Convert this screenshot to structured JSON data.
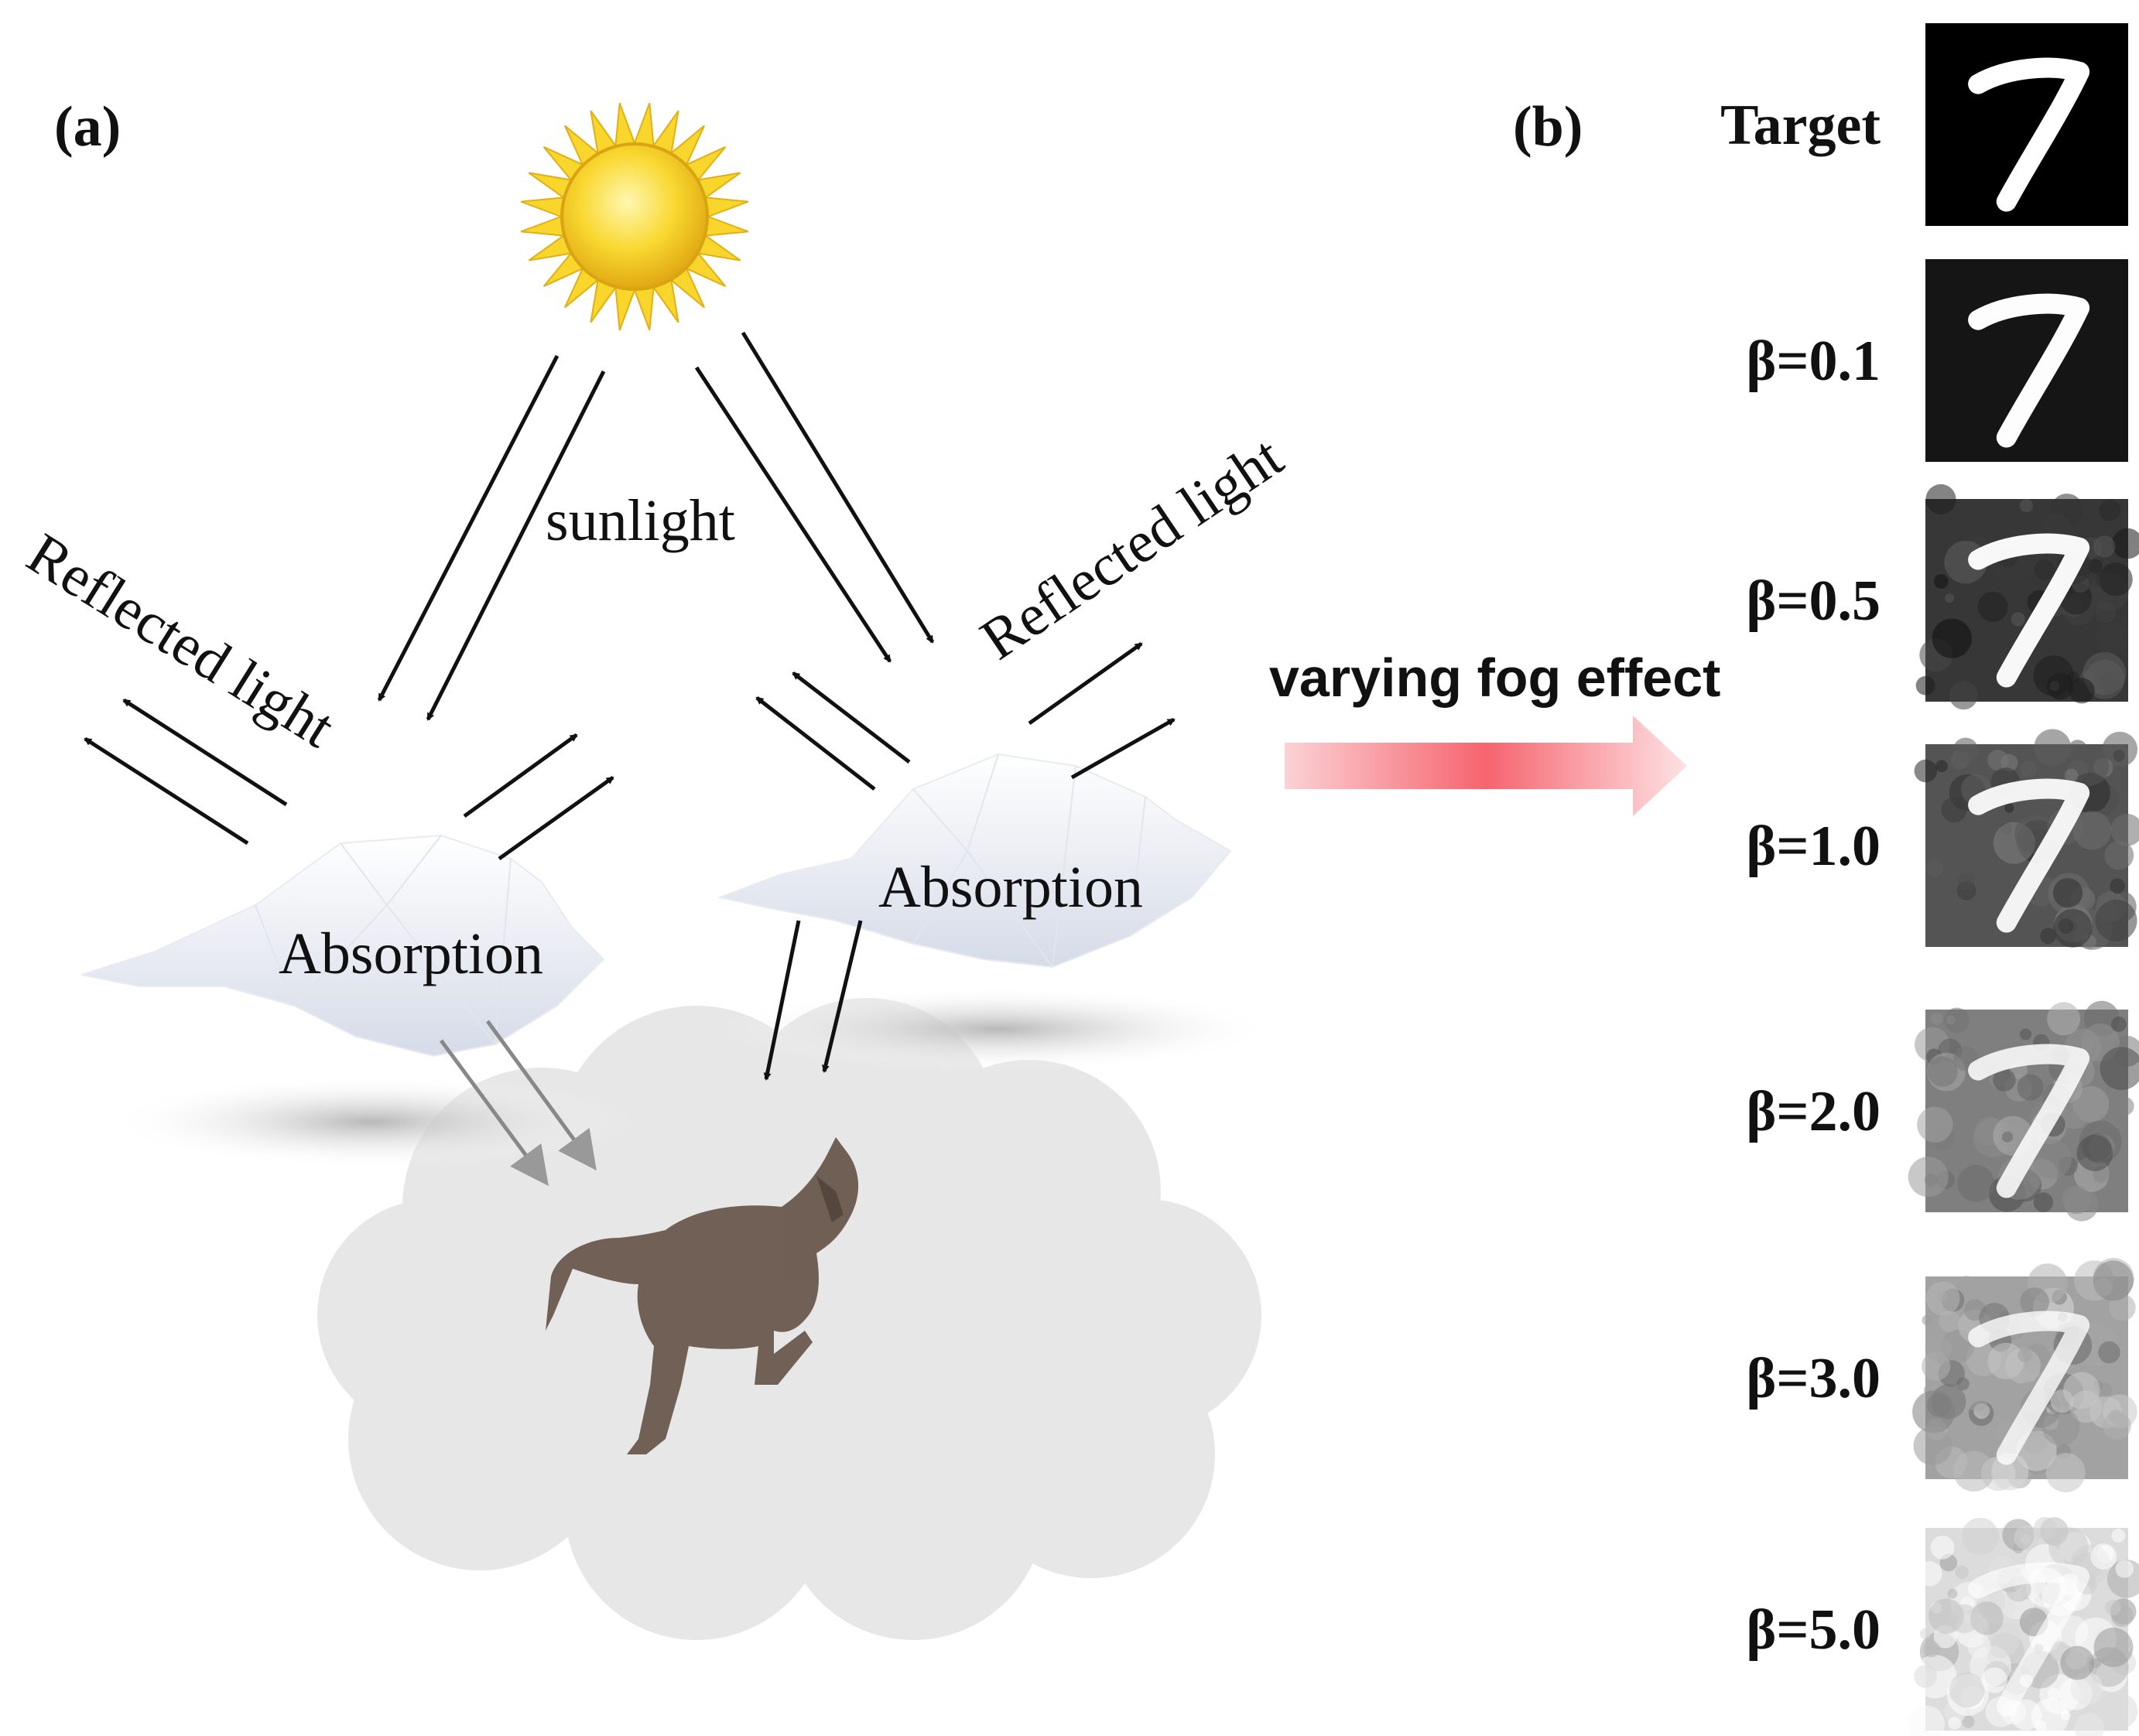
{
  "panel_a": {
    "label": "(a)",
    "sunlight_label": "sunlight",
    "reflected_left_label": "Reflected light",
    "reflected_right_label": "Reflected light",
    "absorption_left_label": "Absorption",
    "absorption_right_label": "Absorption",
    "icons": [
      "sun-icon",
      "cloud-icon",
      "fog-cloud-icon",
      "horse-icon"
    ]
  },
  "arrow_label": "varying fog effect",
  "panel_b": {
    "label": "(b)",
    "rows": [
      {
        "label": "Target",
        "fog": 0.0
      },
      {
        "label": "β=0.1",
        "fog": 0.1
      },
      {
        "label": "β=0.5",
        "fog": 0.5
      },
      {
        "label": "β=1.0",
        "fog": 1.0
      },
      {
        "label": "β=2.0",
        "fog": 2.0
      },
      {
        "label": "β=3.0",
        "fog": 3.0
      },
      {
        "label": "β=5.0",
        "fog": 5.0
      }
    ]
  },
  "colors": {
    "sun": "#f7d52a",
    "fog_arrow": "#f6646e",
    "fog_cloud": "#e6e6e6",
    "horse": "#5e4c42"
  }
}
